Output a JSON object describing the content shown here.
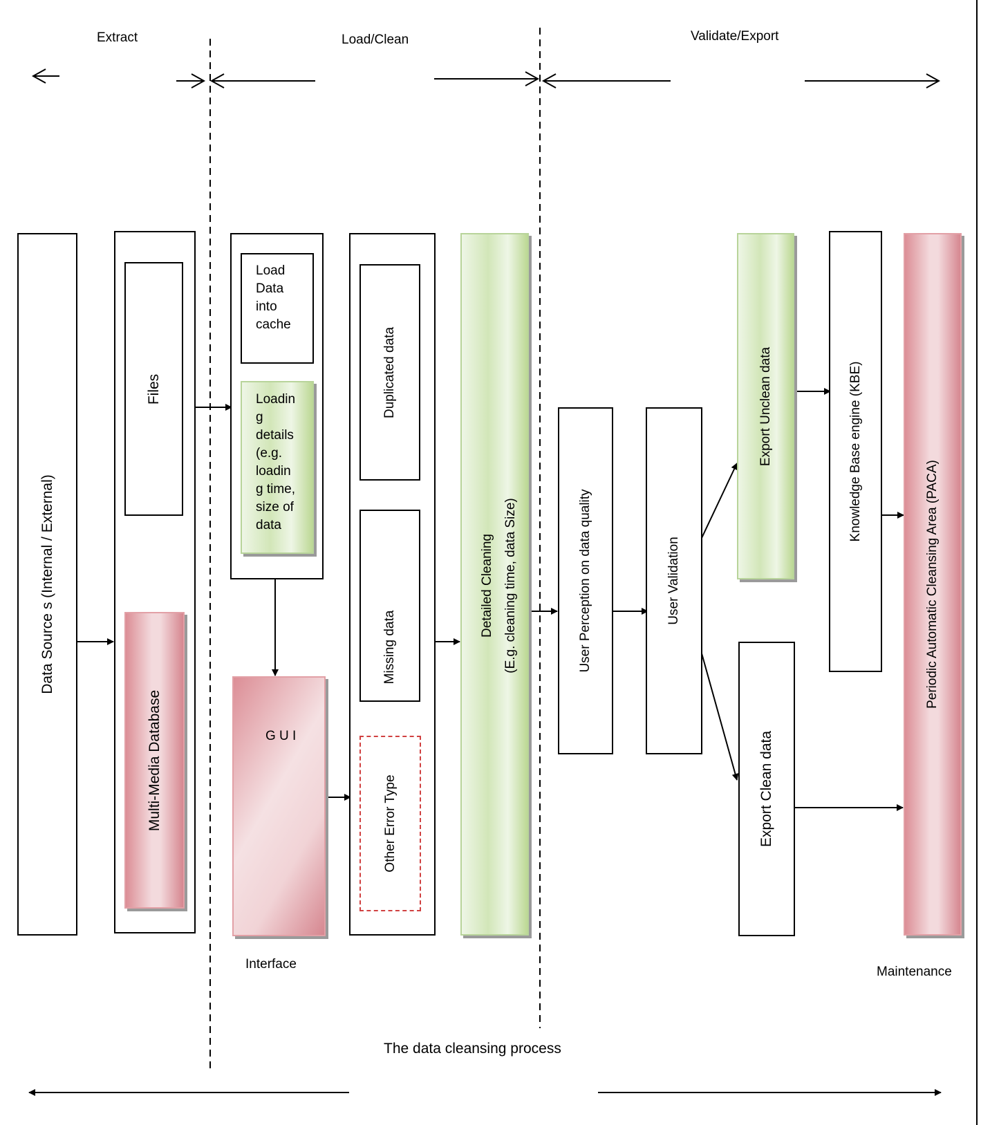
{
  "phases": {
    "extract": "Extract",
    "load_clean": "Load/Clean",
    "validate_export": "Validate/Export"
  },
  "boxes": {
    "data_sources": "Data Source s (Internal / External)",
    "files": "Files",
    "multimedia_db": "Multi-Media Database",
    "load_cache_lines": [
      "Load",
      "Data",
      "into",
      "cache"
    ],
    "loading_details_lines": [
      "Loadin",
      "g",
      "details",
      "(e.g.",
      "loadin",
      "g time,",
      "size of",
      "data"
    ],
    "gui": "G U I",
    "duplicated": "Duplicated data",
    "missing": "Missing data",
    "other_error": "Other Error Type",
    "detailed_cleaning_line1": "Detailed Cleaning",
    "detailed_cleaning_line2": "(E.g. cleaning time, data Size)",
    "user_perception": "User Perception on data quality",
    "user_validation": "User Validation",
    "export_unclean": "Export Unclean data",
    "export_clean": "Export Clean data",
    "kbe": "Knowledge Base engine (KBE)",
    "paca": "Periodic Automatic Cleansing Area (PACA)"
  },
  "labels": {
    "interface": "Interface",
    "maintenance": "Maintenance",
    "process_title": "The data cleansing process"
  },
  "colors": {
    "green_fill": "#d2e6b8",
    "pink_fill": "#f1d3d6",
    "dashed_border": "#d04040"
  }
}
